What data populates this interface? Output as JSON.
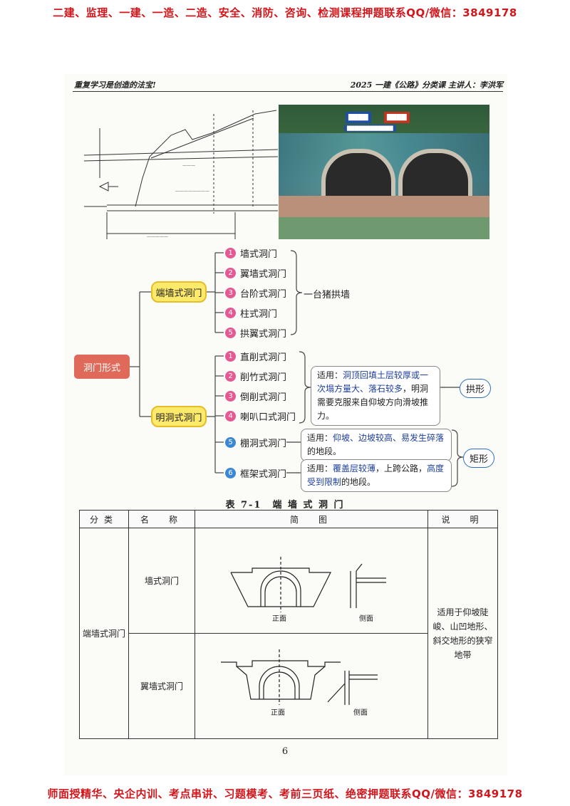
{
  "banner": {
    "top": "二建、监理、一建、一造、二造、安全、消防、咨询、检测课程押题联系QQ/微信：3849178",
    "bottom": "师面授精华、央企内训、考点串讲、习题模考、考前三页纸、绝密押题联系QQ/微信：3849178"
  },
  "header": {
    "left": "重复学习是创造的法宝!",
    "right": "2025 一建《公路》分类课 主讲人：李洪军"
  },
  "mindmap": {
    "root": "洞门形式",
    "branch1": {
      "label": "端墙式洞门",
      "items": [
        "墙式洞门",
        "翼墙式洞门",
        "台阶式洞门",
        "柱式洞门",
        "拱翼式洞门"
      ],
      "note": "一台猪拱墙"
    },
    "branch2": {
      "label": "明洞式洞门",
      "items": [
        "直削式洞门",
        "削竹式洞门",
        "倒削式洞门",
        "喇叭口式洞门",
        "棚洞式洞门",
        "框架式洞门"
      ],
      "note_arch": {
        "prefix": "适用：",
        "highlight": "洞顶回填土层较厚或一次塌方量大、落石较多",
        "suffix": "，明洞需要克服来自仰坡方向滑坡推力。"
      },
      "tag_arch": "拱形",
      "note_shed": {
        "prefix": "适用：",
        "highlight": "仰坡、边坡较高、易发生碎落",
        "suffix": "的地段。"
      },
      "note_frame": {
        "prefix": "适用：",
        "highlight": "覆盖层较薄",
        "mid": "，上跨公路，",
        "highlight2": "高度受到限制",
        "suffix": "的地段。"
      },
      "tag_rect": "矩形"
    }
  },
  "table": {
    "title": "表 7-1　端 墙 式 洞 门",
    "headers": [
      "分类",
      "名　称",
      "简　图",
      "说　明"
    ],
    "category": "端墙式洞门",
    "rows": [
      {
        "name": "墙式洞门",
        "front": "正面",
        "side": "侧面"
      },
      {
        "name": "翼墙式洞门",
        "front": "正面",
        "side": "侧面"
      }
    ],
    "description": "适用于仰坡陡峻、山凹地形、斜交地形的狭窄地带"
  },
  "page_number": "6",
  "colors": {
    "banner": "#d2161b",
    "root_fill": "#e06a5a",
    "node_fill": "#fde96a",
    "badge_pink": "#e55893",
    "badge_blue": "#3a87d6",
    "keyword_blue": "#1d3f9a"
  }
}
